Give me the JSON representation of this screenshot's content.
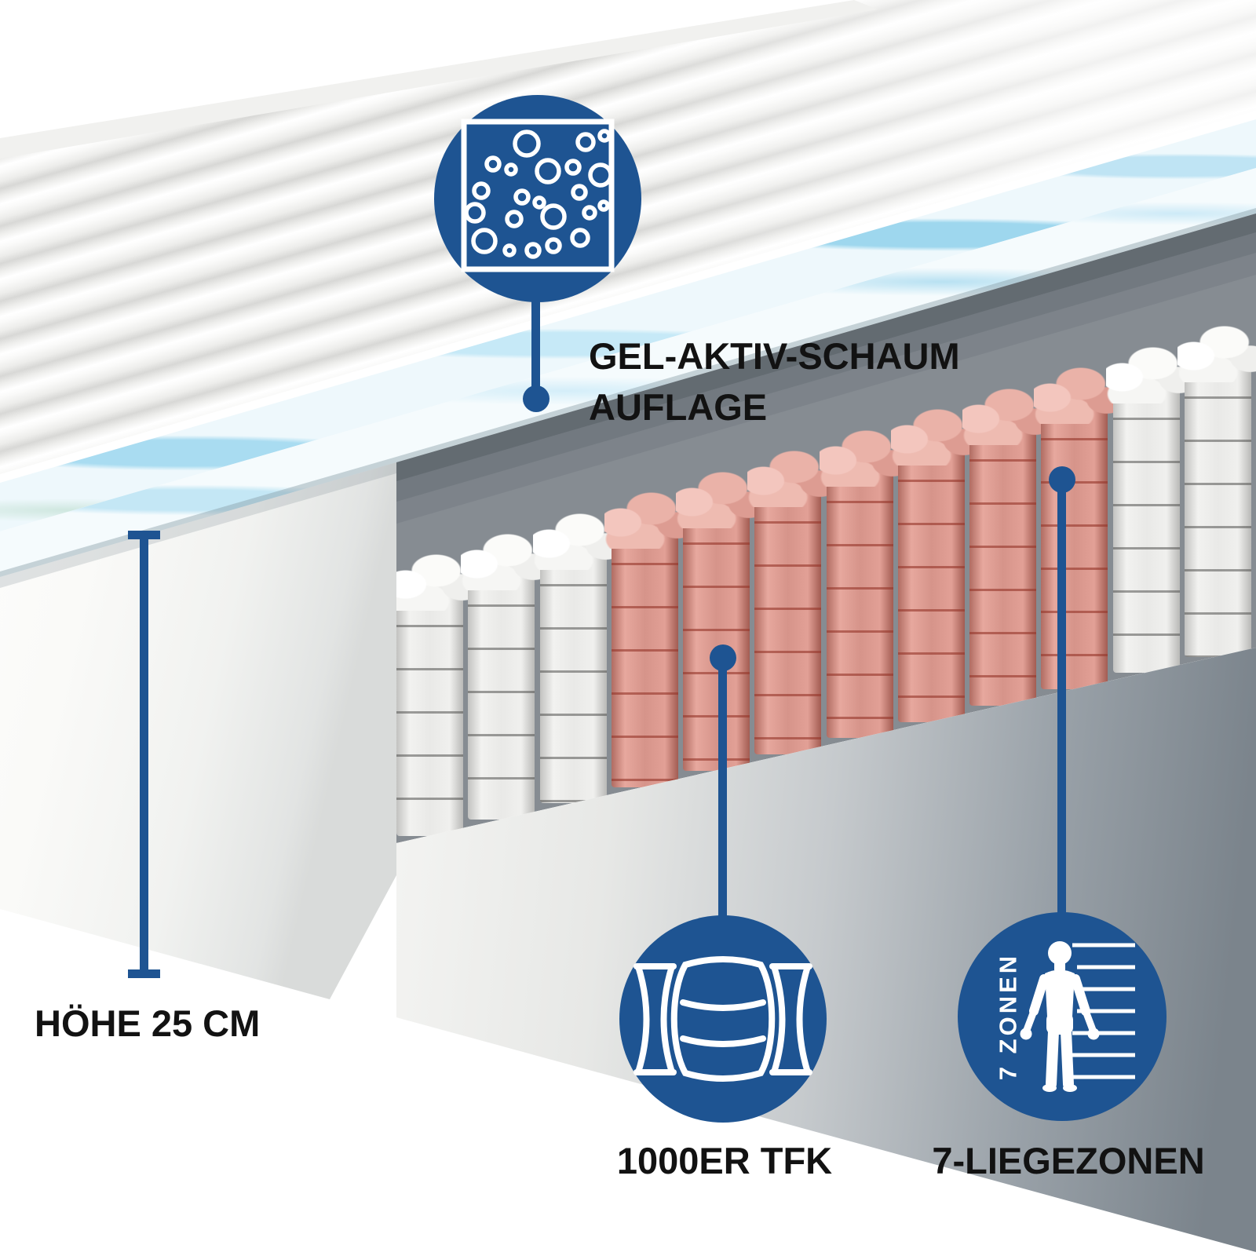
{
  "callouts": {
    "gel": {
      "icon": "foam-bubbles-icon",
      "label_line1": "GEL-AKTIV-SCHAUM",
      "label_line2": "AUFLAGE"
    },
    "height": {
      "label": "HÖHE 25 CM",
      "value_cm": 25
    },
    "springs": {
      "icon": "pocket-spring-icon",
      "label": "1000ER TFK"
    },
    "zones": {
      "icon": "body-zones-icon",
      "vertical_text": "7 ZONEN",
      "label": "7-LIEGEZONEN",
      "zone_count": 7
    }
  },
  "colors": {
    "accent_blue": "#1e5492",
    "label_text": "#121212",
    "spring_highlight_red": "#d6948a",
    "gel_blue": "#bfe4f4",
    "foam_white": "#f4f4f2"
  },
  "illustration": {
    "subject": "mattress cross-section cutaway",
    "spring_columns": [
      "white",
      "white",
      "white",
      "red",
      "red",
      "red",
      "red",
      "red",
      "red",
      "red",
      "white",
      "white"
    ]
  }
}
